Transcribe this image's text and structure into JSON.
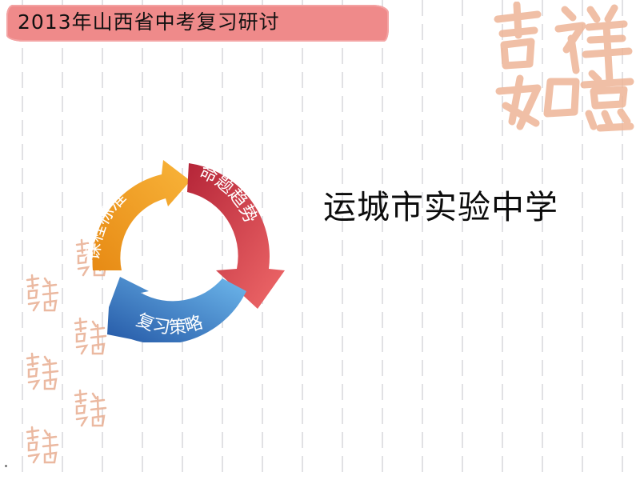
{
  "header": {
    "title": "2013年山西省中考复习研讨"
  },
  "main": {
    "school_name": "运城市实验中学"
  },
  "cycle": {
    "segments": [
      {
        "label": "课程标准",
        "color": "#f39a1e"
      },
      {
        "label": "命题趋势",
        "color": "#d6364a"
      },
      {
        "label": "复习策略",
        "color": "#2f6fb9"
      }
    ]
  },
  "decor": {
    "seal_text": "吉祥如意",
    "seal_color": "#e9a987",
    "banner_color": "#ef8a8a"
  }
}
